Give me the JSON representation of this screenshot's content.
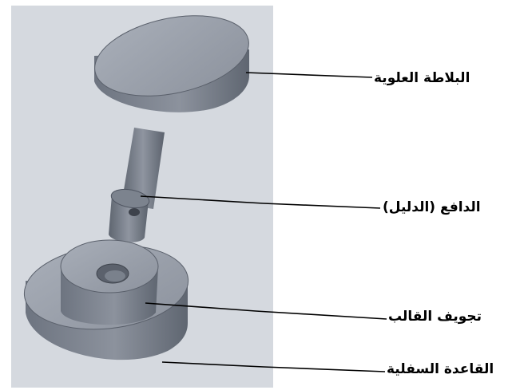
{
  "labels": {
    "top_plate": "البلاطة العلوية",
    "ejector": "الدافع (الدليل)",
    "cavity": "تجويف القالب",
    "bottom_base": "القاعدة السفلية"
  },
  "colors": {
    "viewport_background": "#d5d9df",
    "part_face": "#9aa0ab",
    "part_side": "#707784",
    "part_dark": "#4f5561",
    "leader_line": "#000000"
  }
}
